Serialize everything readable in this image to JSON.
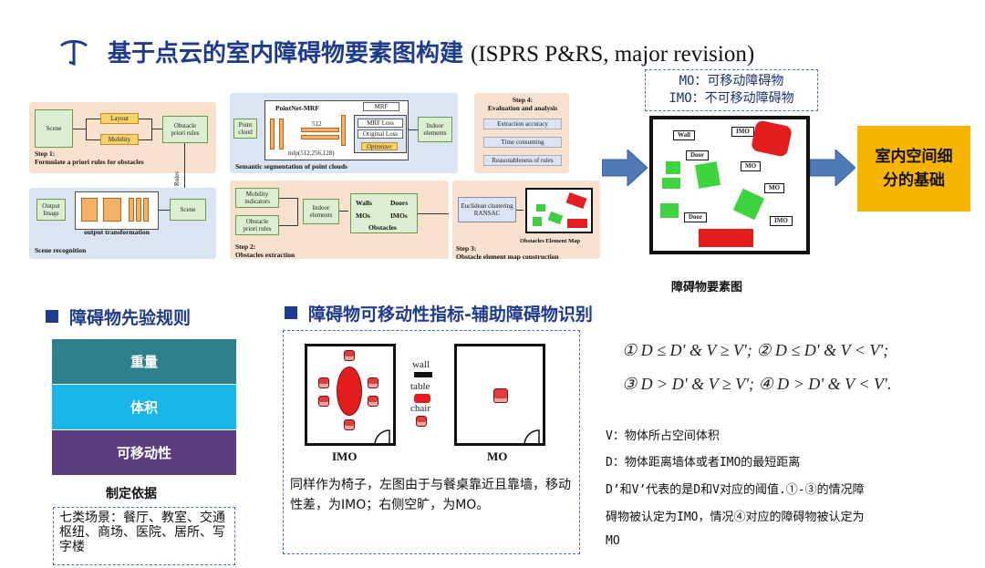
{
  "header": {
    "title": "基于点云的室内障碍物要素图构建",
    "venue": "(ISPRS P&RS, major revision)"
  },
  "legend": {
    "mo": "MO：可移动障碍物",
    "imo": "IMO：不可移动障碍物"
  },
  "pipeline": {
    "step1": {
      "label": "Step 1:\nFormulate a priori rules for obstacles",
      "scene": "Scene",
      "layout": "Layout",
      "mobility": "Mobility",
      "obstacle_rules": "Obstacle\npriori rules",
      "get_rules": "Get Rules"
    },
    "scene_recognition": {
      "label": "Scene recognition",
      "output_image": "Output\nImage",
      "output_transformation": "output transformation",
      "scene": "Scene"
    },
    "segmentation": {
      "label": "Semantic segmentation of point clouds",
      "pointnet": "PointNet-MRF",
      "point_cloud": "Point\ncloud",
      "mrf": "MRF",
      "mrf_loss": "MRF Loss",
      "original_loss": "Original Loss",
      "optimizer": "Optimizer",
      "mlp": "mlp(512,256,128)",
      "dim": "512",
      "indoor_elements": "Indoor\nelements"
    },
    "step2": {
      "label": "Step 2:\nObstacles extraction",
      "mobility_indicators": "Mobility\nindicators",
      "obstacle_rules": "Obstacle\npriori rules",
      "indoor_elements": "Indoor\nelements",
      "walls": "Walls",
      "doors": "Doors",
      "mos": "MOs",
      "imos": "IMOs",
      "obstacles": "Obstacles"
    },
    "step3": {
      "label": "Step 3:\nObstacle element map construction",
      "clustering": "Euclidean clustering\nRANSAC",
      "map_title": "Obstacles Element Map"
    },
    "step4": {
      "label": "Step 4:\nEvaluation and analysis",
      "items": [
        "Extraction accuracy",
        "Time consuming",
        "Reasonableness of rules"
      ]
    }
  },
  "map": {
    "tags": [
      "Wall",
      "IMO",
      "Door",
      "MO",
      "MO",
      "Door",
      "IMO"
    ],
    "caption": "障碍物要素图"
  },
  "result_box": "室内空间细\n分的基础",
  "priori_rules": {
    "heading": "障碍物先验规则",
    "layers": [
      {
        "label": "重量",
        "color": "#2e7f8c"
      },
      {
        "label": "体积",
        "color": "#19b6ea"
      },
      {
        "label": "可移动性",
        "color": "#5b3f7c"
      }
    ],
    "basis_label": "制定依据",
    "scenes": "七类场景：餐厅、教室、交通枢纽、商场、医院、居所、写字楼"
  },
  "mobility": {
    "heading": "障碍物可移动性指标-辅助障碍物识别",
    "legend": [
      "wall",
      "table",
      "chair"
    ],
    "imo_label": "IMO",
    "mo_label": "MO",
    "description": "同样作为椅子，左图由于与餐桌靠近且靠墙，移动性差，为IMO；右侧空旷，为MO。"
  },
  "conditions": {
    "line1": "① D ≤ D' & V ≥ V'; ② D ≤ D' & V < V';",
    "line2": "③ D > D' & V ≥ V'; ④ D > D' & V < V'."
  },
  "definitions": {
    "v": "V：物体所占空间体积",
    "d": "D：物体距离墙体或者IMO的最短距离",
    "d_prime_1": "D’和V’代表的是D和V对应的阈值.①-③的情况障",
    "d_prime_2": "碍物被认定为IMO，情况④对应的障碍物被认定为",
    "d_prime_3": "MO"
  }
}
